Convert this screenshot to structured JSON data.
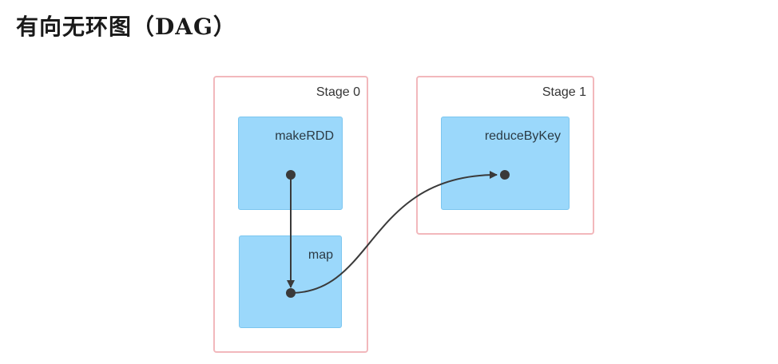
{
  "title": "有向无环图（DAG）",
  "stages": [
    {
      "label": "Stage 0",
      "rdds": [
        {
          "label": "makeRDD"
        },
        {
          "label": "map"
        }
      ]
    },
    {
      "label": "Stage 1",
      "rdds": [
        {
          "label": "reduceByKey"
        }
      ]
    }
  ],
  "edges": [
    {
      "from": "makeRDD",
      "to": "map"
    },
    {
      "from": "map",
      "to": "reduceByKey"
    }
  ],
  "colors": {
    "stage_border": "#f2b8bc",
    "rdd_fill": "#9bd8fb",
    "rdd_border": "#7cc6ef",
    "edge": "#3a3a3a"
  }
}
